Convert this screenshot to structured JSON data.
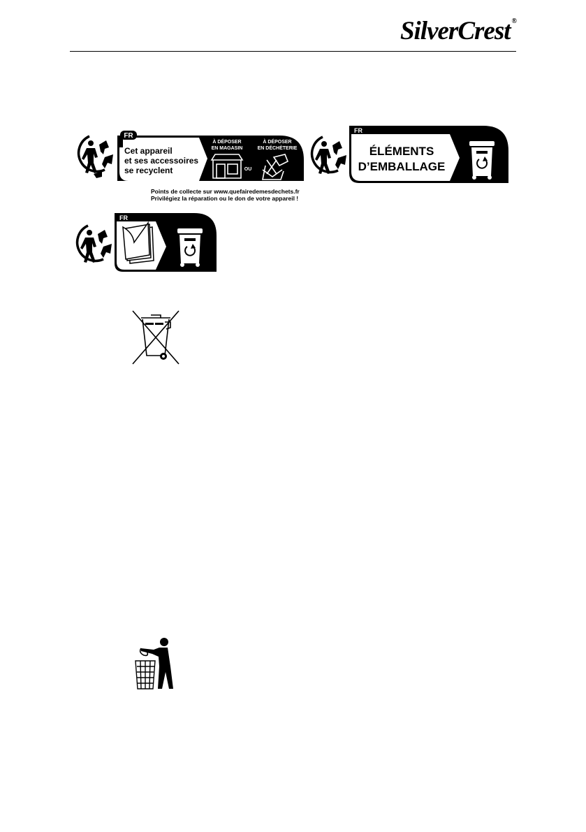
{
  "header": {
    "brand": "SilverCrest",
    "registered": "®"
  },
  "triman_appliance": {
    "country": "FR",
    "statement": [
      "Cet appareil",
      "et ses accessoires",
      "se recyclent"
    ],
    "option_store": [
      "À DÉPOSER",
      "EN MAGASIN"
    ],
    "separator": "OU",
    "option_dump": [
      "À DÉPOSER",
      "EN DÉCHÈTERIE"
    ],
    "footer_1": "Points de collecte sur www.quefairedemesdechets.fr",
    "footer_2": "Privilégiez la réparation ou le don de votre appareil !"
  },
  "triman_packaging": {
    "country": "FR",
    "label": [
      "ÉLÉMENTS",
      "D’EMBALLAGE"
    ]
  },
  "triman_paper": {
    "country": "FR"
  }
}
